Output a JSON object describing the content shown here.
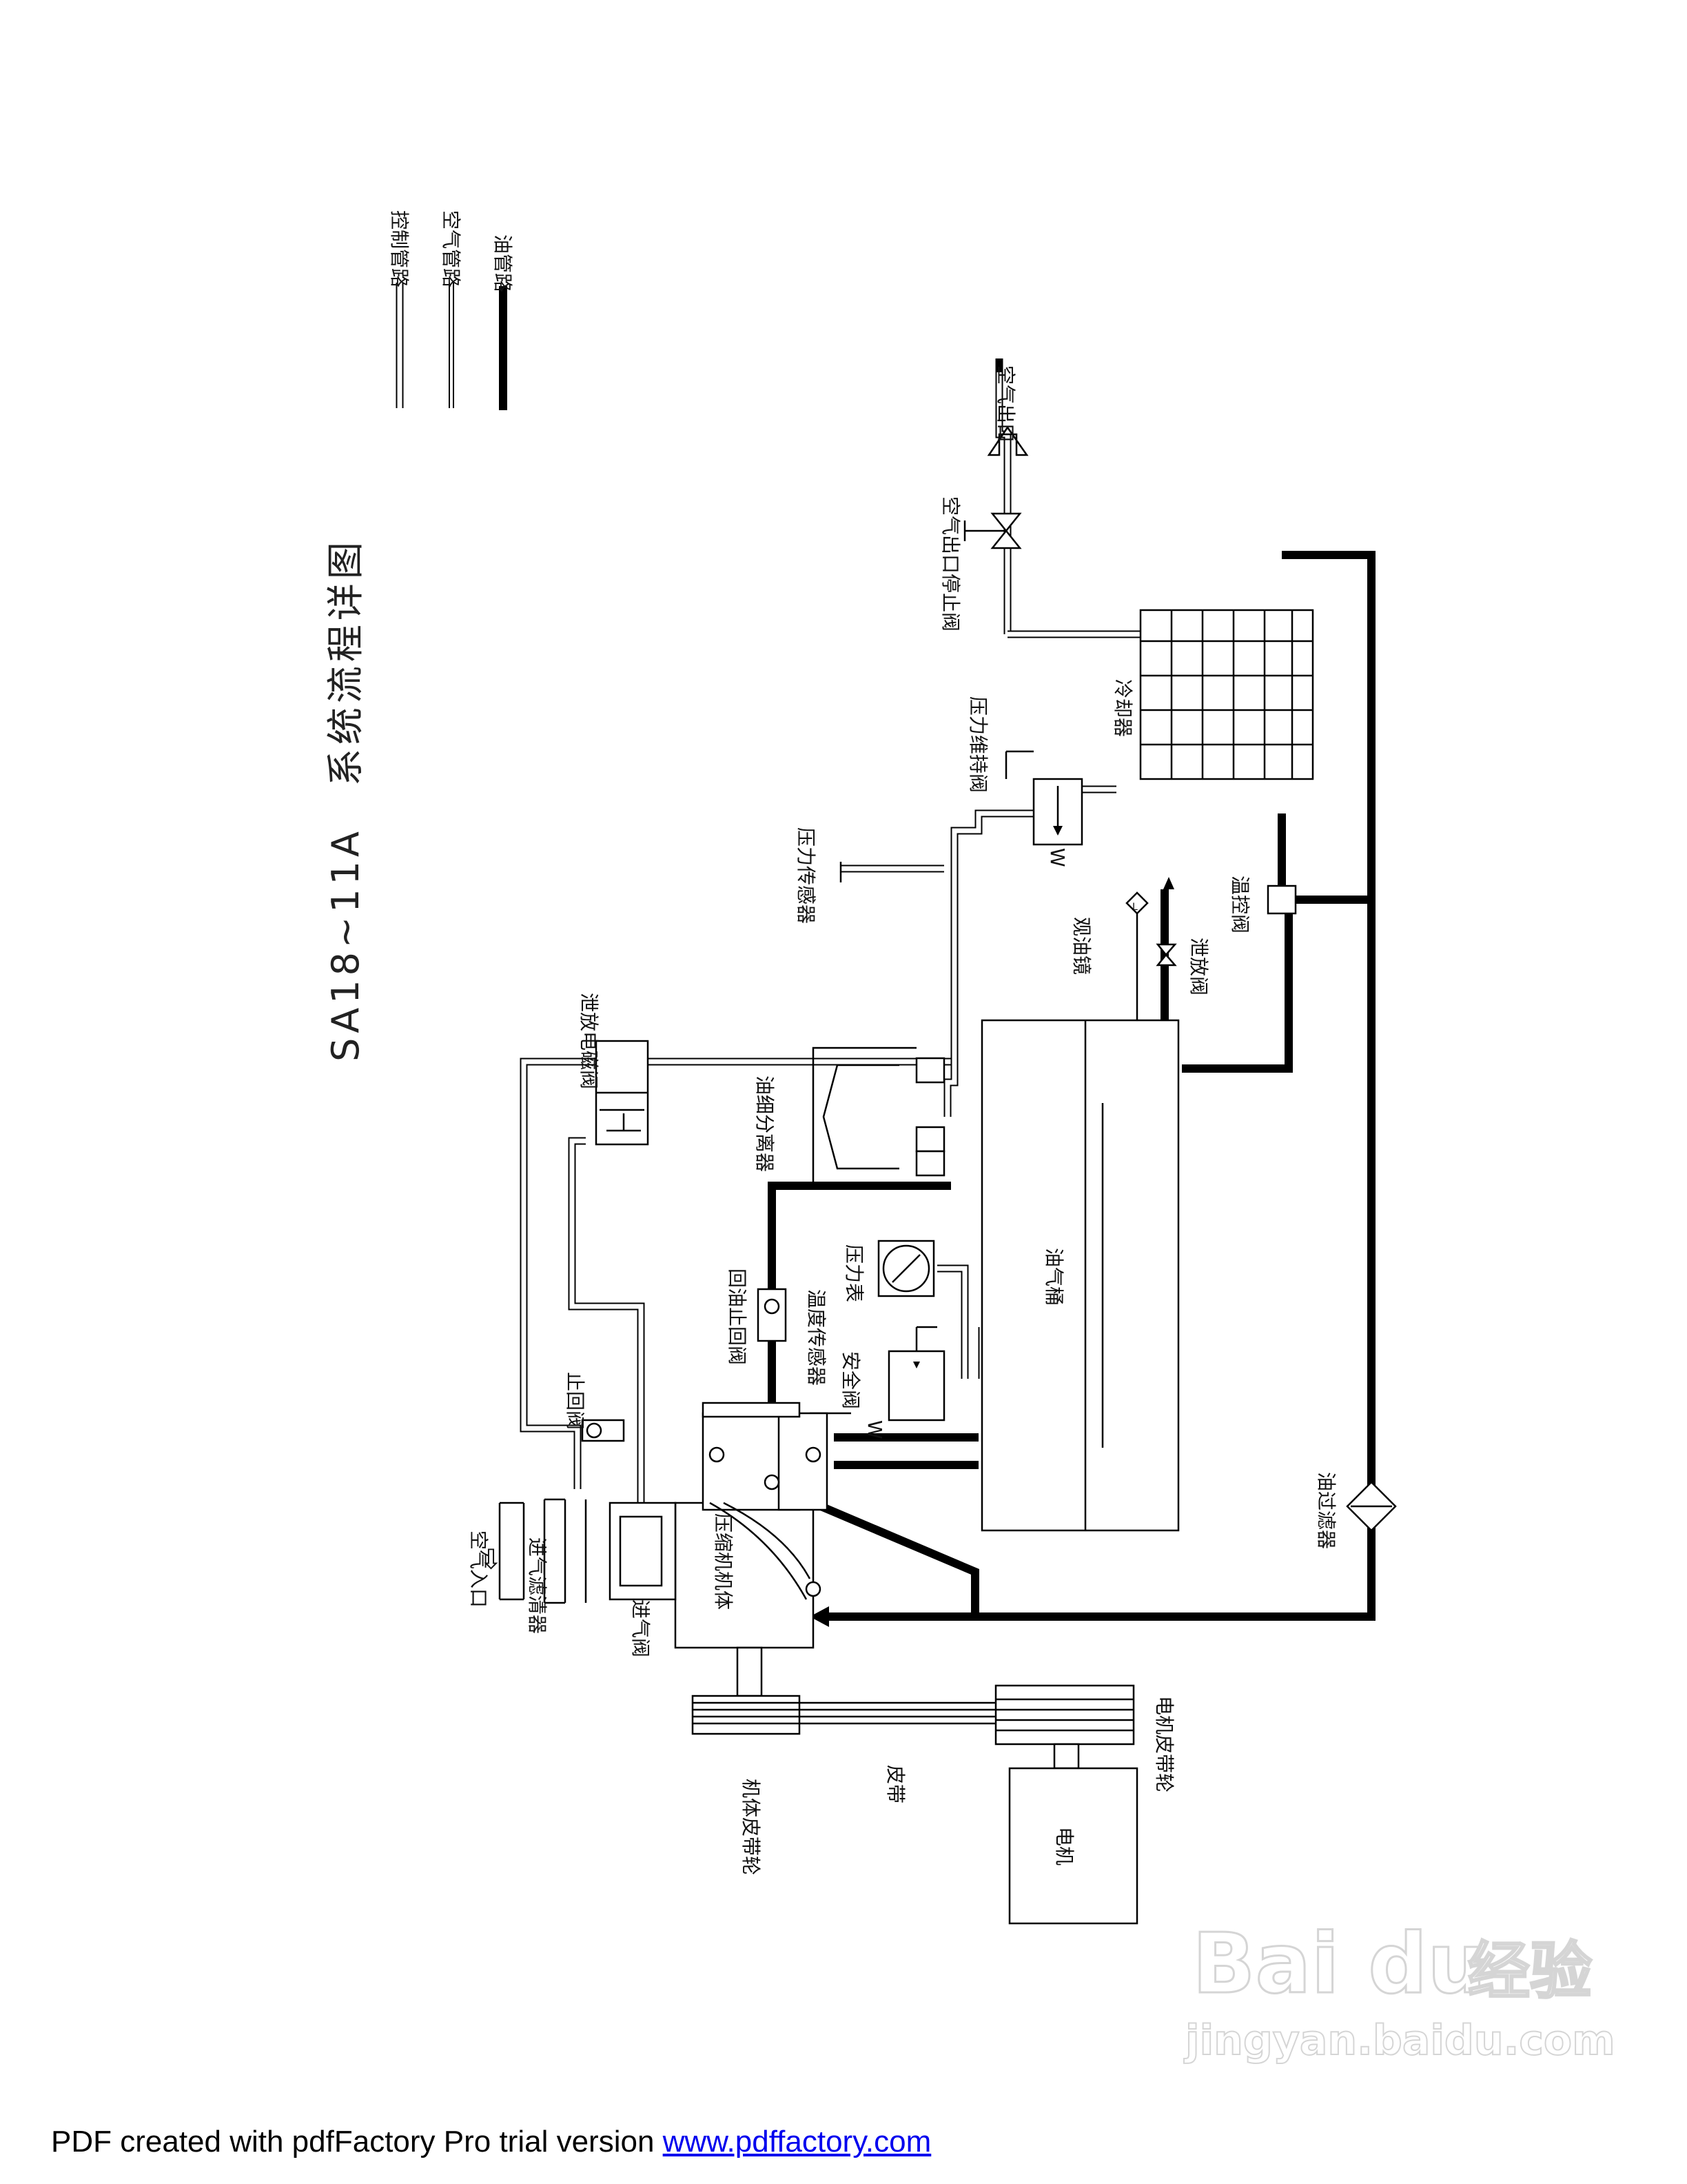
{
  "diagram": {
    "title": "SA18~11A　系统流程详图",
    "legend": {
      "control": "控制管路",
      "air": "空气管路",
      "oil": "油管路"
    },
    "labels": {
      "air_outlet": "空气出口",
      "air_outlet_stop_valve": "空气出口停止阀",
      "cooler": "冷却器",
      "pressure_maintain_valve": "压力维持阀",
      "pressure_sensor": "压力传感器",
      "unload_solenoid": "泄放电磁阀",
      "oil_separator": "油细分离器",
      "sight_glass": "观油镜",
      "drain_valve": "泄放阀",
      "thermo_valve": "温控阀",
      "oil_return_check": "回油止回阀",
      "temp_sensor": "温度传感器",
      "pressure_gauge": "压力表",
      "safety_valve": "安全阀",
      "check_valve": "止回阀",
      "oil_gas_tank": "油气桶",
      "oil_filter": "油过滤器",
      "air_inlet": "空气入口",
      "intake_filter": "进气滤清器",
      "compressor": "压缩机机体",
      "intake_valve": "进气阀",
      "block_pulley": "机体皮带轮",
      "belt": "皮带",
      "motor_pulley": "电机皮带轮",
      "motor": "电机",
      "arrow_glyph": "⇨"
    }
  },
  "watermark": {
    "brand": "Bai du",
    "brand_suffix": "经验",
    "url": "jingyan.baidu.com"
  },
  "footer": {
    "text": "PDF created with pdfFactory Pro trial version ",
    "link": "www.pdffactory.com"
  }
}
